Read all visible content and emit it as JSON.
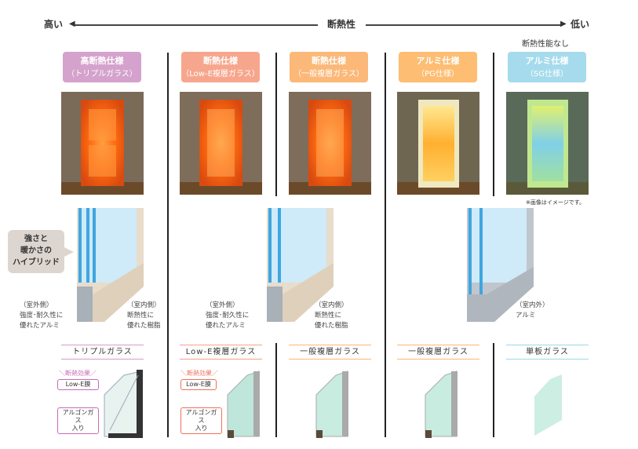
{
  "axis": {
    "high": "高い",
    "title": "断熱性",
    "low": "低い"
  },
  "no_insulation_note": "断熱性能なし",
  "specs": [
    {
      "title": "高断熱仕様",
      "sub": "（トリプルガラス）",
      "color": "#d4a2cc",
      "glass": "トリプルガラス",
      "glass_color": "#d79ccd"
    },
    {
      "title": "断熱仕様",
      "sub": "（Low-E複層ガラス）",
      "color": "#f7a68e",
      "glass": "Low-E複層ガラス",
      "glass_color": "#f5a088"
    },
    {
      "title": "断熱仕様",
      "sub": "（一般複層ガラス）",
      "color": "#fbb878",
      "glass": "一般複層ガラス",
      "glass_color": "#f9b878"
    },
    {
      "title": "アルミ仕様",
      "sub": "（PG仕様）",
      "color": "#fdbd72",
      "glass": "一般複層ガラス",
      "glass_color": "#f9b878"
    },
    {
      "title": "アルミ仕様",
      "sub": "（SG仕様）",
      "color": "#a5dbec",
      "glass": "単板ガラス",
      "glass_color": "#9dd6ea"
    }
  ],
  "image_note": "※画像はイメージです。",
  "hybrid_bubble": [
    "強さと",
    "暖かさの",
    "ハイブリッド"
  ],
  "frame_labels": {
    "outside": "（室外側）",
    "outside_desc": [
      "強度･耐久性に",
      "優れたアルミ"
    ],
    "inside": "（室内側）",
    "inside_desc": [
      "断熱性に",
      "優れた樹脂"
    ],
    "both": "（室内外）",
    "both_desc": "アルミ"
  },
  "glass_callouts": {
    "effect": "＼断熱効果／",
    "lowe": "Low-E膜",
    "argon": [
      "アルゴンガス",
      "入り"
    ]
  }
}
